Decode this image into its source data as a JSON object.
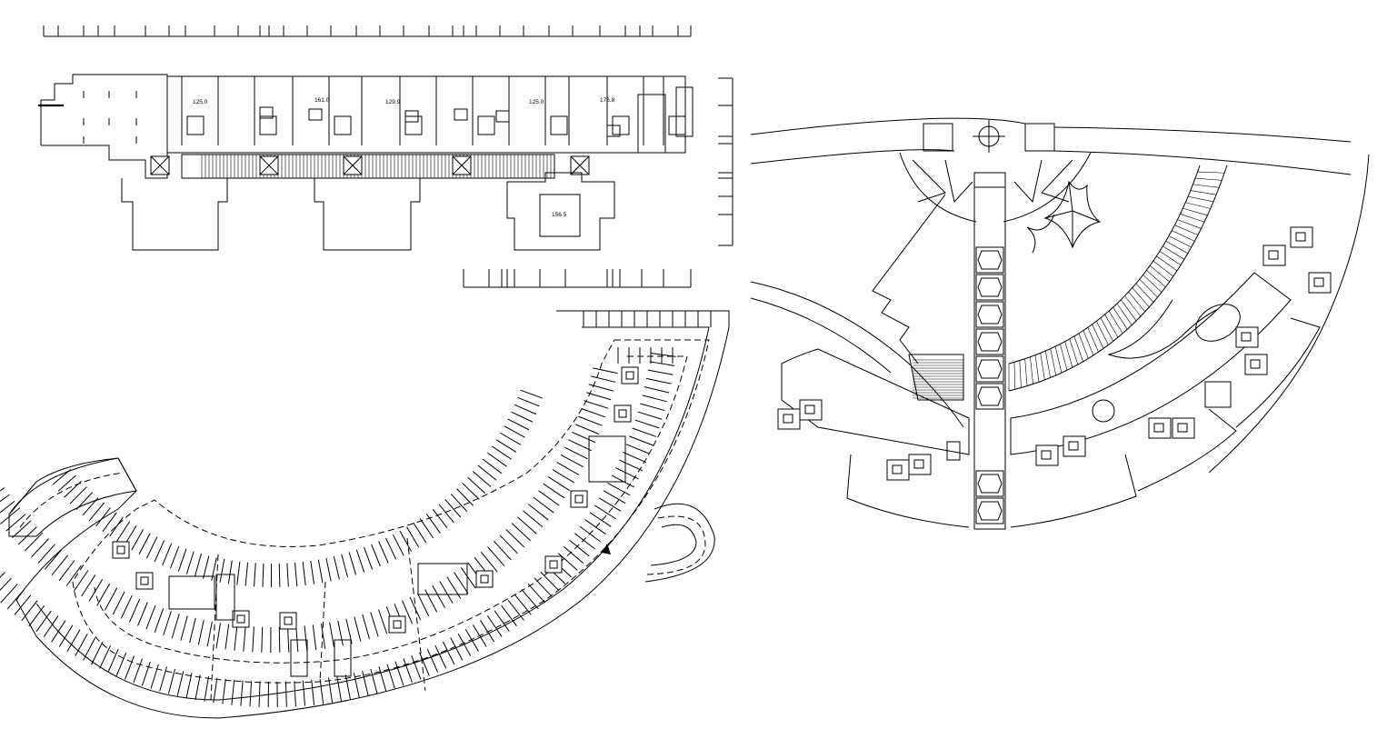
{
  "drawing": {
    "background": "#ffffff",
    "line_color": "#000000",
    "sheets": [
      "floor-plan",
      "site-plan",
      "basement-parking-plan"
    ]
  },
  "floor_plan": {
    "unit_areas": [
      "125.0",
      "161.0",
      "129.9",
      "125.0",
      "176.8",
      "156.5"
    ]
  },
  "icons": [
    "north-compass-icon",
    "tensile-canopy-icon"
  ]
}
